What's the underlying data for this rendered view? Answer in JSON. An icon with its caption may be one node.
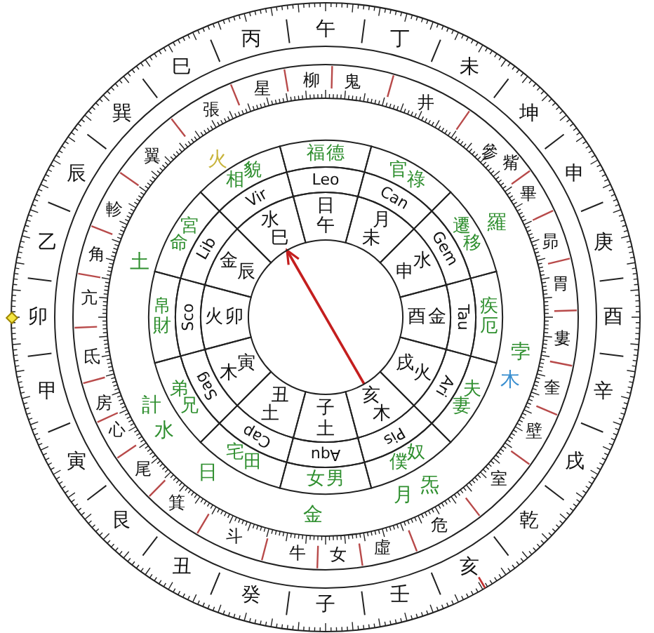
{
  "diagram": {
    "nodes": [
      {
        "text": [
          "福德"
        ]
      },
      {
        "text": [
          "官祿"
        ]
      },
      {
        "text": [
          "遷移"
        ]
      },
      {
        "text": [
          "疾厄"
        ]
      },
      {
        "text": [
          "夫妻"
        ]
      },
      {
        "text": [
          "奴僕"
        ]
      },
      {
        "text": [
          "男女"
        ]
      },
      {
        "text": [
          "田宅"
        ]
      },
      {
        "text": [
          "兄弟"
        ]
      },
      {
        "text": [
          "財帛"
        ]
      },
      {
        "text": [
          "命宮"
        ]
      },
      {
        "text": [
          "相貌"
        ]
      },
      {
        "text": [
          "Leo"
        ]
      },
      {
        "text": [
          "Can"
        ]
      },
      {
        "text": [
          "Gem"
        ]
      },
      {
        "text": [
          "Tau"
        ]
      },
      {
        "text": [
          "Ari"
        ]
      },
      {
        "text": [
          "Pis"
        ]
      },
      {
        "text": [
          "Aqu"
        ]
      },
      {
        "text": [
          "Cap"
        ]
      },
      {
        "text": [
          "Sag"
        ]
      },
      {
        "text": [
          "Sco"
        ]
      },
      {
        "text": [
          "Lib"
        ]
      },
      {
        "text": [
          "Vir"
        ]
      },
      {
        "text": [
          "日",
          "午"
        ]
      },
      {
        "text": [
          "月",
          "未"
        ]
      },
      {
        "text": [
          "水",
          "申"
        ]
      },
      {
        "text": [
          "酉",
          "金"
        ]
      },
      {
        "text": [
          "戌",
          "火"
        ]
      },
      {
        "text": [
          "亥",
          "木"
        ]
      },
      {
        "text": [
          "子",
          "土"
        ]
      },
      {
        "text": [
          "丑",
          "土"
        ]
      },
      {
        "text": [
          "木",
          "寅"
        ]
      },
      {
        "text": [
          "火",
          "卯"
        ]
      },
      {
        "text": [
          "金",
          "辰"
        ]
      },
      {
        "text": [
          "水",
          "巳"
        ]
      }
    ],
    "edges": [
      {
        "from": 29,
        "to": 35,
        "arrow": "to",
        "color": "#c41e1e"
      }
    ],
    "labels": [
      "午",
      "丁",
      "未",
      "坤",
      "申",
      "庚",
      "酉",
      "辛",
      "戌",
      "乾",
      "亥",
      "壬",
      "子",
      "癸",
      "丑",
      "艮",
      "寅",
      "甲",
      "卯",
      "乙",
      "辰",
      "巽",
      "巳",
      "丙",
      "柳",
      "鬼",
      "井",
      "參",
      "觜",
      "畢",
      "昴",
      "胃",
      "婁",
      "奎",
      "壁",
      "室",
      "危",
      "虛",
      "女",
      "牛",
      "斗",
      "箕",
      "尾",
      "心",
      "房",
      "氐",
      "亢",
      "角",
      "軫",
      "翼",
      "張",
      "星",
      "羅",
      "孛",
      "木",
      "炁",
      "月",
      "金",
      "日",
      "水",
      "計",
      "土",
      "火"
    ]
  }
}
